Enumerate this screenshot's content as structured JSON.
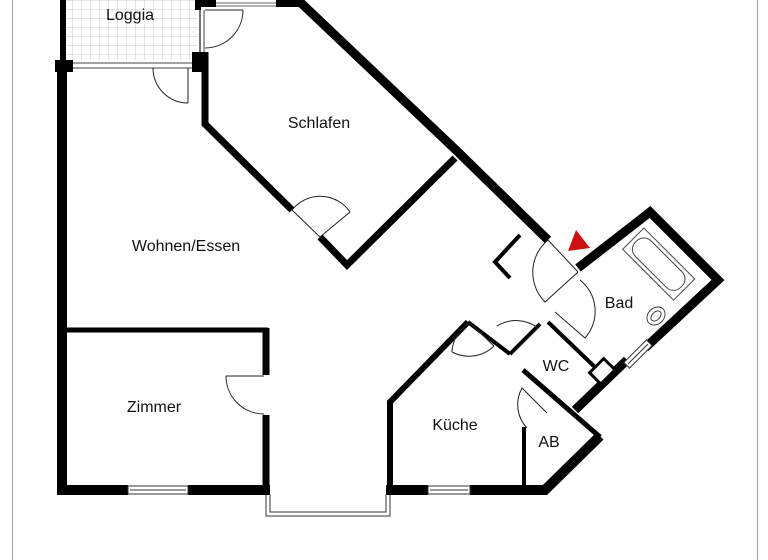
{
  "plan": {
    "type": "floor-plan",
    "rooms": [
      {
        "id": "loggia",
        "label": "Loggia"
      },
      {
        "id": "schlafen",
        "label": "Schlafen"
      },
      {
        "id": "wohnen",
        "label": "Wohnen/Essen"
      },
      {
        "id": "bad",
        "label": "Bad"
      },
      {
        "id": "wc",
        "label": "WC"
      },
      {
        "id": "zimmer",
        "label": "Zimmer"
      },
      {
        "id": "kueche",
        "label": "Küche"
      },
      {
        "id": "ab",
        "label": "AB"
      }
    ],
    "entrance_marker": {
      "shape": "triangle",
      "color": "#cc1111"
    },
    "colors": {
      "wall": "#000000",
      "frame": "#b89a9a",
      "background": "#ffffff",
      "tile_grid": "#c8c8c8"
    }
  }
}
